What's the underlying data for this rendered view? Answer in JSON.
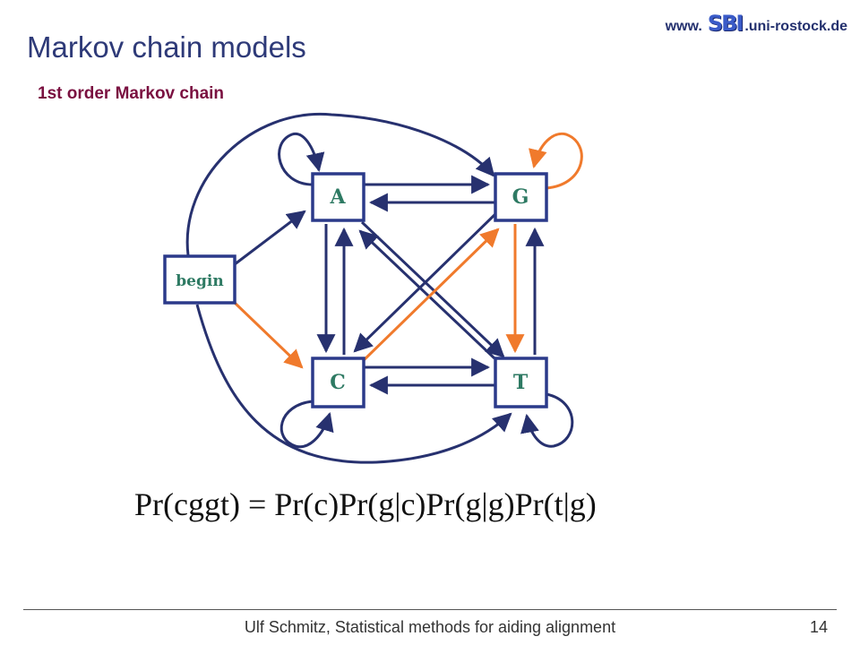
{
  "slide": {
    "title": "Markov chain models",
    "subtitle": "1st order Markov chain",
    "logo": {
      "prefix": "www.",
      "mark": "SBI",
      "suffix": ".uni-rostock.de"
    },
    "formula": "Pr(cggt)  =  Pr(c)Pr(g|c)Pr(g|g)Pr(t|g)",
    "footer": "Ulf Schmitz, Statistical methods for aiding alignment",
    "page_number": "14"
  },
  "diagram": {
    "nodes": [
      {
        "id": "begin",
        "label": "begin"
      },
      {
        "id": "A",
        "label": "A"
      },
      {
        "id": "G",
        "label": "G"
      },
      {
        "id": "C",
        "label": "C"
      },
      {
        "id": "T",
        "label": "T"
      }
    ],
    "edge_colors": {
      "default": "#27316f",
      "highlighted": "#f07a2c"
    },
    "node_border_color": "#2b3a8a"
  }
}
